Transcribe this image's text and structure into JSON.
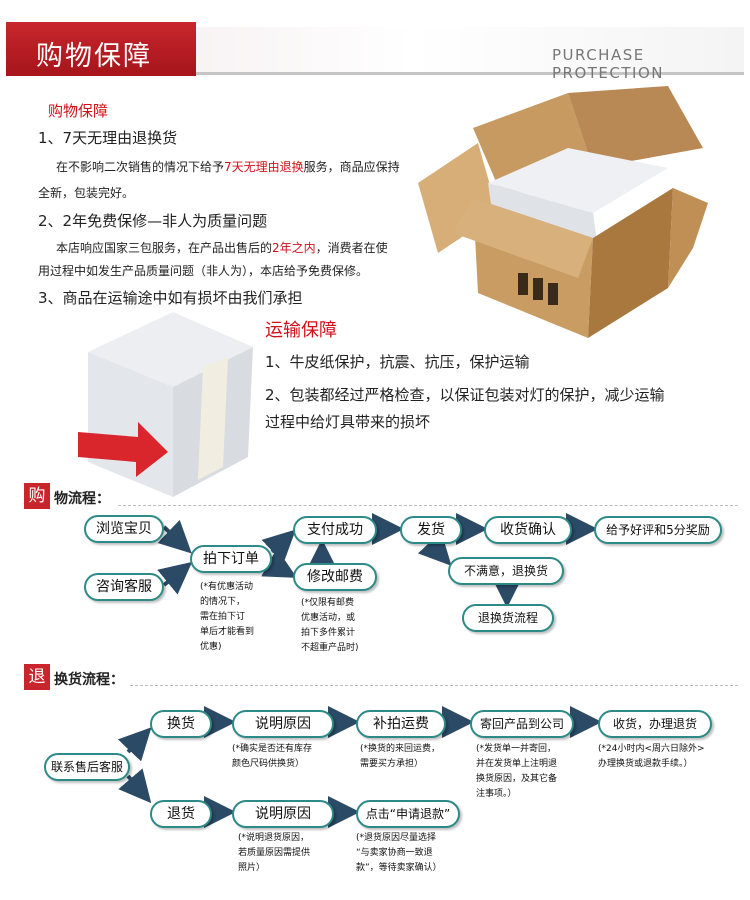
{
  "header": {
    "title": "购物保障",
    "subtitle_en": "PURCHASE PROTECTION"
  },
  "guarantee": {
    "title": "购物保障",
    "items": [
      {
        "label": "1、7天无理由退换货"
      },
      {
        "label": "2、2年免费保修—非人为质量问题"
      },
      {
        "label": "3、商品在运输途中如有损坏由我们承担"
      }
    ],
    "p1_a": "在不影响二次销售的情况下给予",
    "p1_hl": "7天无理由退换",
    "p1_b": "服务，商品应保持",
    "p1_c": "全新，包装完好。",
    "p2_a": "本店响应国家三包服务，在产品出售后的",
    "p2_hl": "2年之内",
    "p2_b": "，消费者在使",
    "p2_c": "用过程中如发生产品质量问题（非人为），本店给予免费保修。"
  },
  "transport": {
    "title": "运输保障",
    "line1": "1、牛皮纸保护，抗震、抗压，保护运输",
    "line2": "2、包装都经过严格检查，以保证包装对灯的保护，减少运输",
    "line3": "过程中给灯具带来的损坏"
  },
  "purchase_flow": {
    "head_char": "购",
    "head_rest": "物流程：",
    "browse": "浏览宝贝",
    "consult": "咨询客服",
    "order": "拍下订单",
    "pay": "支付成功",
    "modify": "修改邮费",
    "ship": "发货",
    "confirm": "收货确认",
    "review": "给予好评和5分奖励",
    "unsatisfied": "不满意，退换货",
    "return_flow": "退换货流程",
    "order_note": [
      "(*有优惠活动",
      "的情况下，",
      "需在拍下订",
      "单后才能看到",
      "优惠)"
    ],
    "modify_note": [
      "(*仅限有邮费",
      "优惠活动，或",
      "拍下多件累计",
      "不超重产品时)"
    ]
  },
  "return_flow": {
    "head_char": "退",
    "head_rest": "换货流程：",
    "contact": "联系售后客服",
    "exchange": "换货",
    "reason1": "说明原因",
    "postage": "补拍运费",
    "send_back": "寄回产品到公司",
    "receive": "收货，办理退货",
    "refund": "退货",
    "reason2": "说明原因",
    "apply": "点击“申请退款”",
    "note_reason1": [
      "(*确实是否还有库存",
      "颜色尺码供换货）"
    ],
    "note_postage": [
      "(*换货的来回运费，",
      "需要买方承担）"
    ],
    "note_send": [
      "(*发货单一并寄回，",
      "并在发货单上注明退",
      "换货原因，及其它备",
      "注事项。）"
    ],
    "note_receive": [
      "(*24小时内<周六日除外>",
      "办理换货或退款手续。）"
    ],
    "note_reason2": [
      "(*说明退货原因，",
      "若质量原因需提供",
      "照片）"
    ],
    "note_apply": [
      "(*退货原因尽量选择",
      "“与卖家协商一致退",
      "款”，等待卖家确认）"
    ]
  },
  "colors": {
    "accent_red": "#c8262c",
    "pill_border": "#2d8a86",
    "arrow": "#2a4a66"
  }
}
